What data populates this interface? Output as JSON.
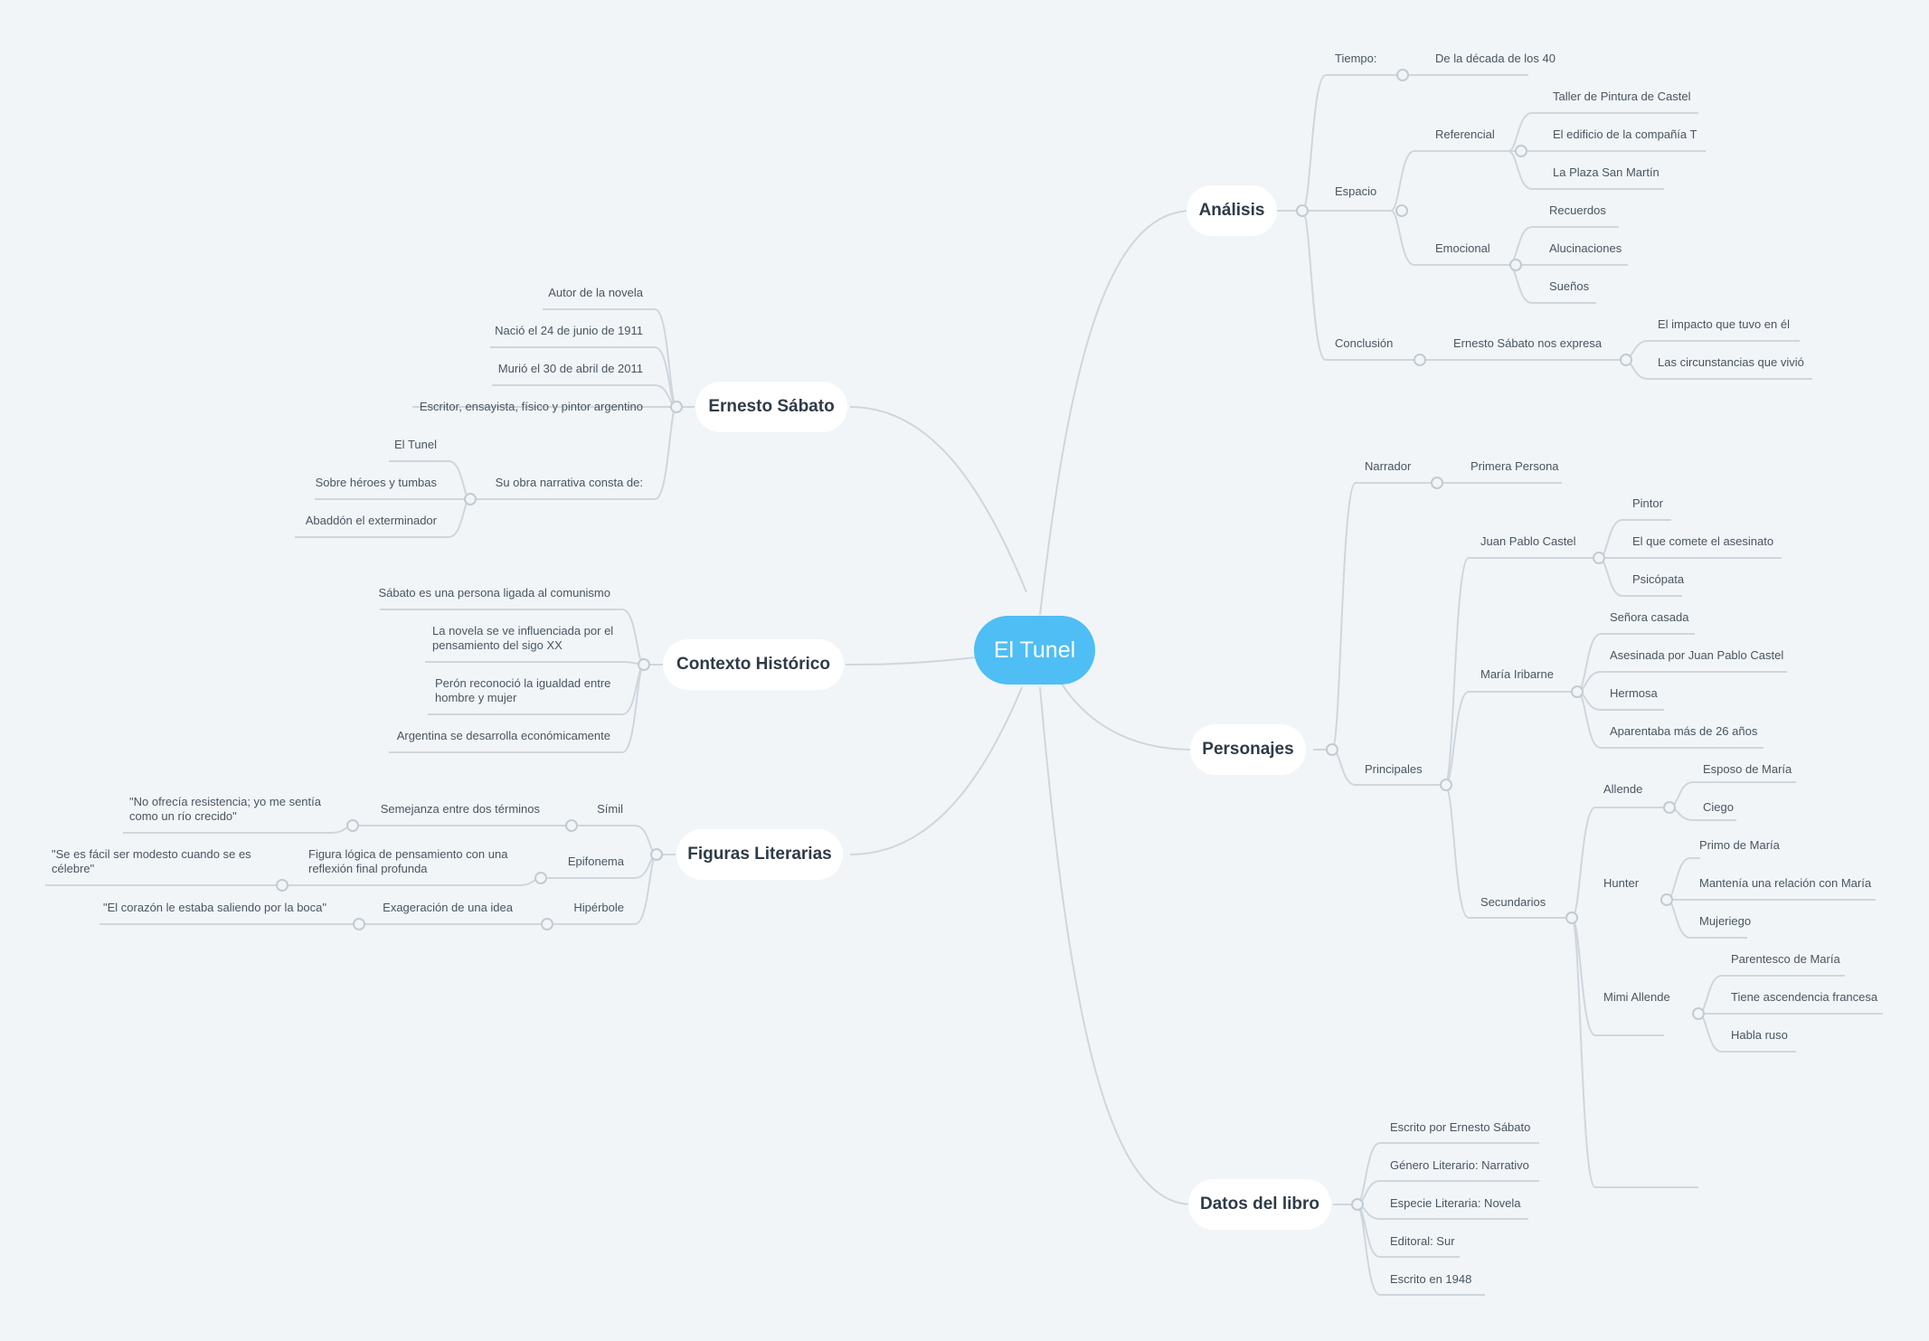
{
  "root": "El Tunel",
  "topics": {
    "analisis": "Análisis",
    "personajes": "Personajes",
    "datos": "Datos del libro",
    "ernesto": "Ernesto Sábato",
    "contexto": "Contexto Histórico",
    "figuras": "Figuras Literarias"
  },
  "analisis": {
    "tiempo": "Tiempo:",
    "tiempo_valor": "De la década de los 40",
    "espacio": "Espacio",
    "referencial": "Referencial",
    "referencial_items": [
      "Taller de Pintura de Castel",
      "El edificio de la compañía T",
      "La Plaza San Martín"
    ],
    "emocional": "Emocional",
    "emocional_items": [
      "Recuerdos",
      "Alucinaciones",
      "Sueños"
    ],
    "conclusion": "Conclusión",
    "conclusion_sub": "Ernesto Sábato nos expresa",
    "conclusion_items": [
      "El impacto que tuvo en él",
      "Las circunstancias que vivió"
    ]
  },
  "personajes": {
    "narrador": "Narrador",
    "narrador_valor": "Primera Persona",
    "principales": "Principales",
    "castel": "Juan Pablo Castel",
    "castel_items": [
      "Pintor",
      "El que comete el asesinato",
      "Psicópata"
    ],
    "maria": "María Iribarne",
    "maria_items": [
      "Señora casada",
      "Asesinada por Juan Pablo Castel",
      "Hermosa",
      "Aparentaba más de 26 años"
    ],
    "secundarios": "Secundarios",
    "allende": "Allende",
    "allende_items": [
      "Esposo de María",
      "Ciego"
    ],
    "hunter": "Hunter",
    "hunter_items": [
      "Primo de María",
      "Mantenía una relación con María",
      "Mujeriego"
    ],
    "mimi": "Mimi Allende",
    "mimi_items": [
      "Parentesco de María",
      "Tiene ascendencia francesa",
      "Habla ruso"
    ]
  },
  "datos": {
    "items": [
      "Escrito por Ernesto Sábato",
      "Género Literario: Narrativo",
      "Especie Literaria: Novela",
      "Editoral: Sur",
      "Escrito en 1948"
    ]
  },
  "ernesto": {
    "items": [
      "Autor de la novela",
      "Nació el 24 de junio de 1911",
      "Murió el 30 de abril de 2011",
      "Escritor, ensayista, físico y pintor argentino"
    ],
    "obra": "Su obra narrativa consta de:",
    "obra_items": [
      "El Tunel",
      "Sobre héroes y tumbas",
      "Abaddón el exterminador"
    ]
  },
  "contexto": {
    "items": [
      "Sábato es una persona ligada al comunismo",
      "La novela se ve influenciada por el pensamiento del sigo XX",
      "Perón reconoció la igualdad entre hombre y mujer",
      "Argentina se desarrolla económicamente"
    ]
  },
  "figuras": {
    "simil": "Símil",
    "simil_def": "Semejanza entre dos términos",
    "simil_ej": "\"No ofrecía resistencia; yo me sentía como un río crecido\"",
    "epifonema": "Epifonema",
    "epifonema_def": "Figura lógica de pensamiento con una reflexión final profunda",
    "epifonema_ej": "\"Se es fácil ser modesto cuando se es célebre\"",
    "hiperbole": "Hipérbole",
    "hiperbole_def": "Exageración de una idea",
    "hiperbole_ej": "\"El corazón le estaba saliendo por la boca\""
  }
}
